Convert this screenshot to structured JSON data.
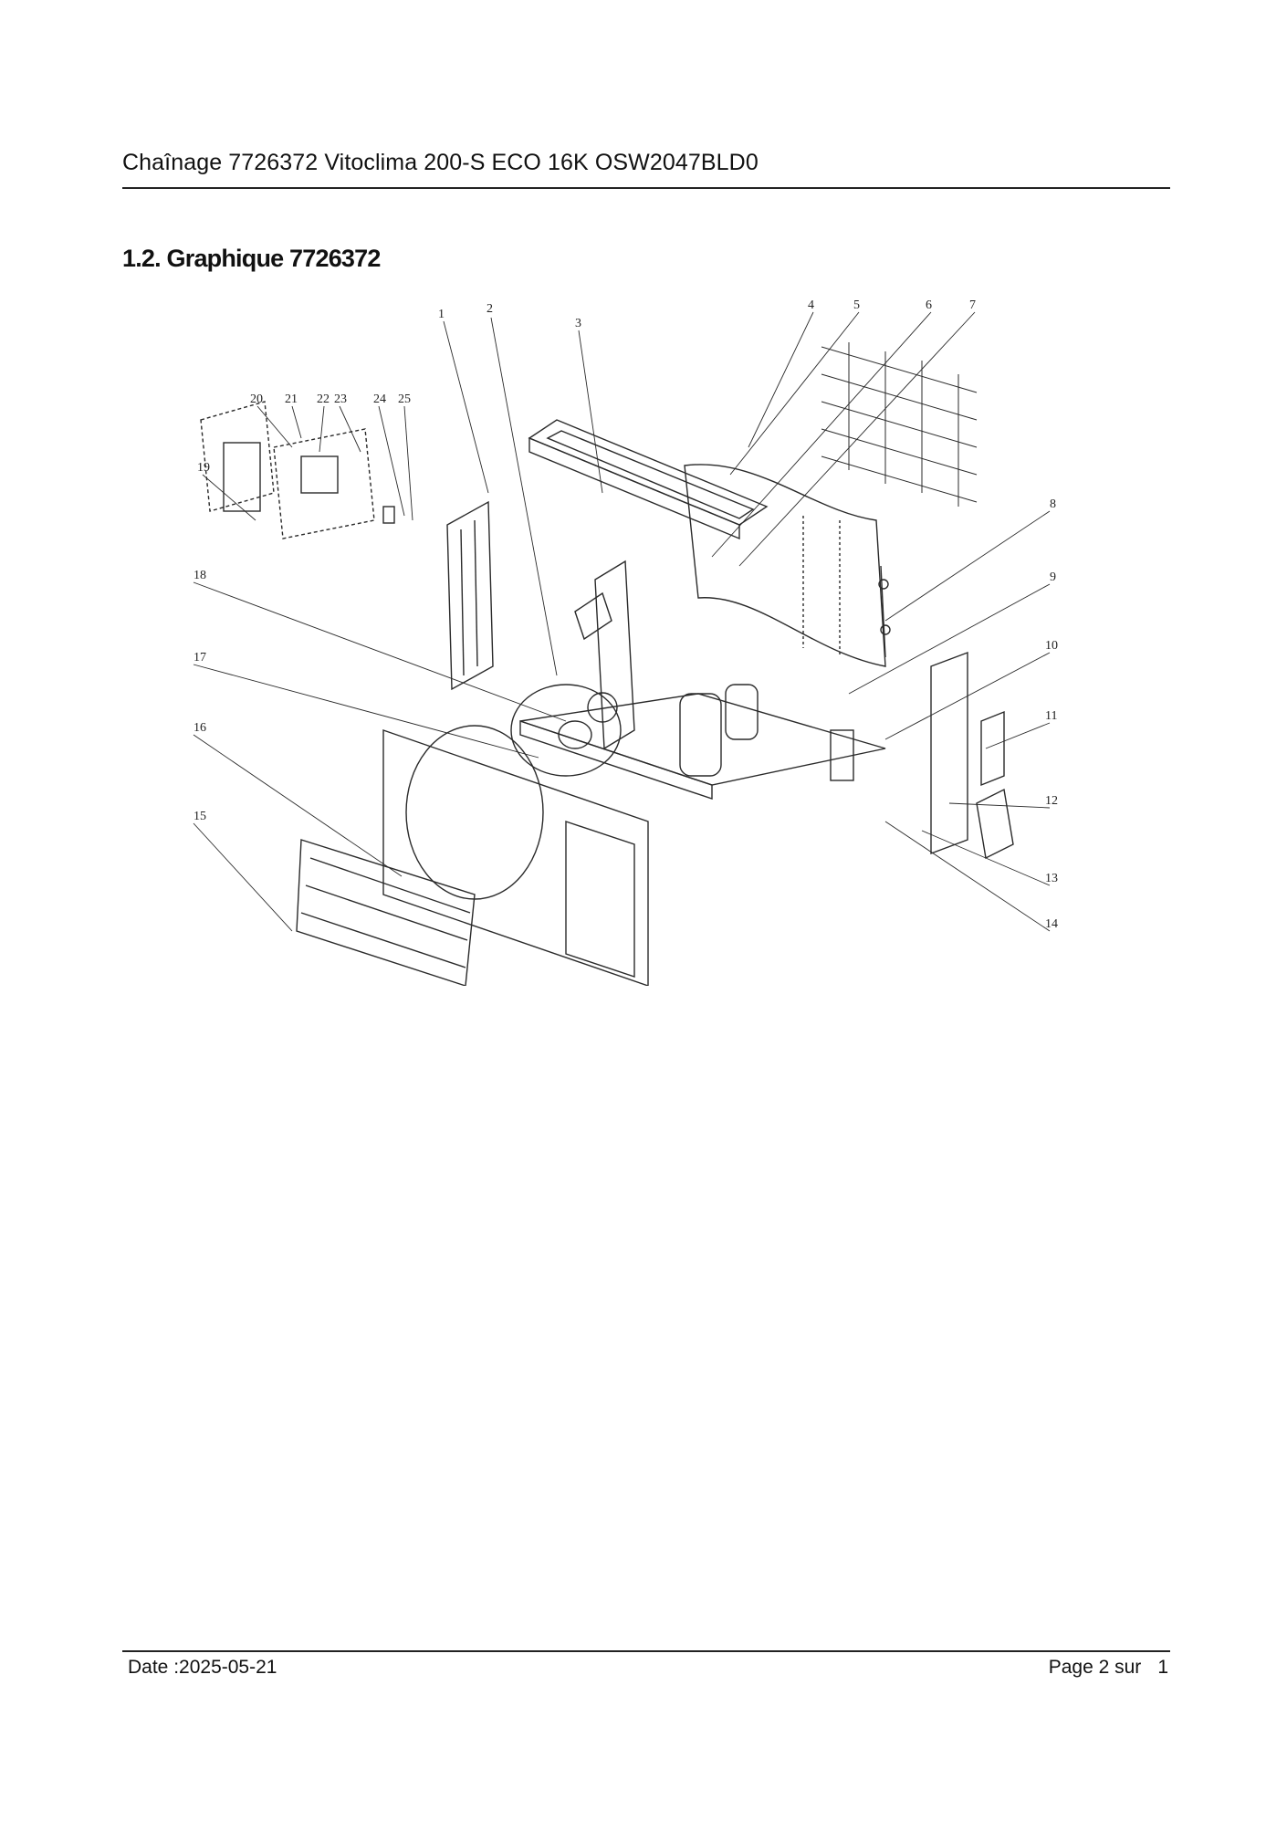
{
  "header": {
    "title": "Chaînage 7726372 Vitoclima 200-S ECO 16K OSW2047BLD0"
  },
  "section": {
    "heading": "1.2. Graphique 7726372"
  },
  "diagram": {
    "labels": [
      "1",
      "2",
      "3",
      "4",
      "5",
      "6",
      "7",
      "8",
      "9",
      "10",
      "11",
      "12",
      "13",
      "14",
      "15",
      "16",
      "17",
      "18",
      "19",
      "20",
      "21",
      "22",
      "23",
      "24",
      "25"
    ]
  },
  "footer": {
    "date": "Date :2025-05-21",
    "page_label": "Page 2 sur",
    "page_total": "1"
  }
}
